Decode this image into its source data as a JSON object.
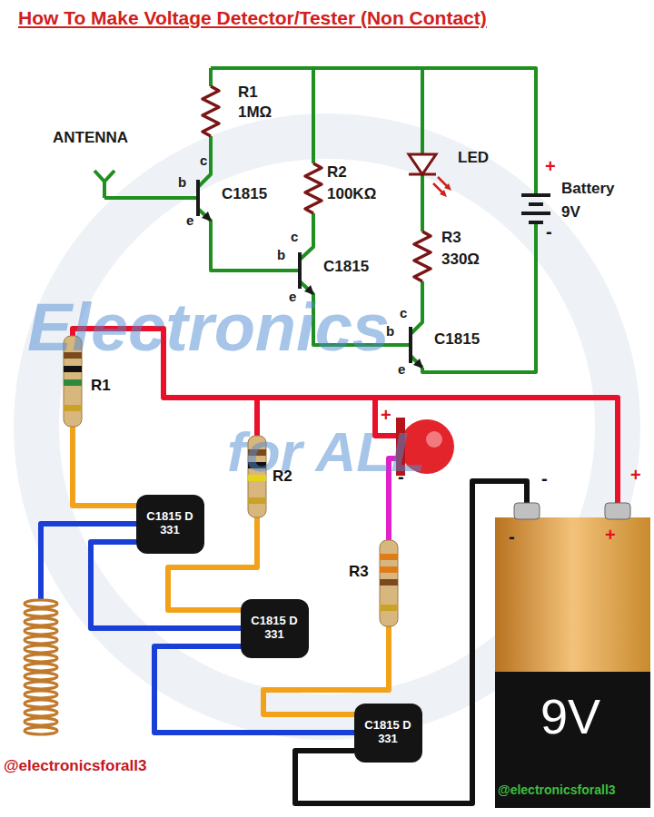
{
  "diagram": {
    "title": "How To Make Voltage Detector/Tester (Non Contact)",
    "labels": [
      "ANTENNA",
      "R1",
      "1MΩ",
      "c",
      "b",
      "e",
      "C1815",
      "R2",
      "100KΩ",
      "c",
      "b",
      "e",
      "C1815",
      "LED",
      "R3",
      "330Ω",
      "c",
      "b",
      "e",
      "C1815",
      "+",
      "Battery",
      "9V",
      "-",
      "Electronics",
      "for ALL",
      "R1",
      "R2",
      "+",
      "-",
      "R3",
      "C1815 D 331",
      "C1815 D 331",
      "C1815 D 331",
      "-",
      "+",
      "-",
      "+",
      "9V",
      "@electronicsforall3",
      "@electronicsforall3"
    ]
  }
}
